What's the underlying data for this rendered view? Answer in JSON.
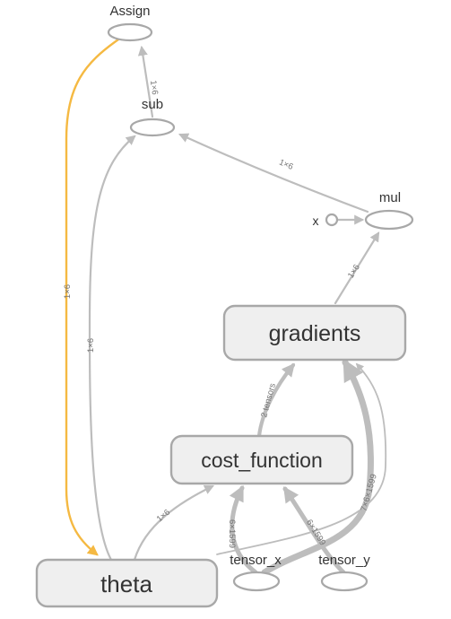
{
  "nodes": {
    "assign": {
      "label": "Assign"
    },
    "sub": {
      "label": "sub"
    },
    "mul": {
      "label": "mul"
    },
    "x": {
      "label": "x"
    },
    "gradients": {
      "label": "gradients"
    },
    "cost_function": {
      "label": "cost_function"
    },
    "theta": {
      "label": "theta"
    },
    "tensor_x": {
      "label": "tensor_x"
    },
    "tensor_y": {
      "label": "tensor_y"
    }
  },
  "edges": {
    "sub_to_assign": {
      "label": "1×6"
    },
    "mul_to_sub": {
      "label": "1×6"
    },
    "gradients_to_mul": {
      "label": "1×6"
    },
    "theta_to_sub": {
      "label": "1×6"
    },
    "assign_to_theta": {
      "label": "1×6"
    },
    "cost_to_gradients": {
      "label": "2 tensors"
    },
    "theta_to_cost": {
      "label": "1×6"
    },
    "tensor_x_to_cost": {
      "label": "6×1599"
    },
    "tensor_y_to_cost": {
      "label": "6×1599"
    },
    "tensor_x_to_gradients": {
      "label": "7×6×1599"
    }
  },
  "colors": {
    "edge": "#bdbdbd",
    "reference_edge": "#f5b942",
    "node_stroke": "#a8a8a8",
    "namespace_fill": "#efefef"
  }
}
